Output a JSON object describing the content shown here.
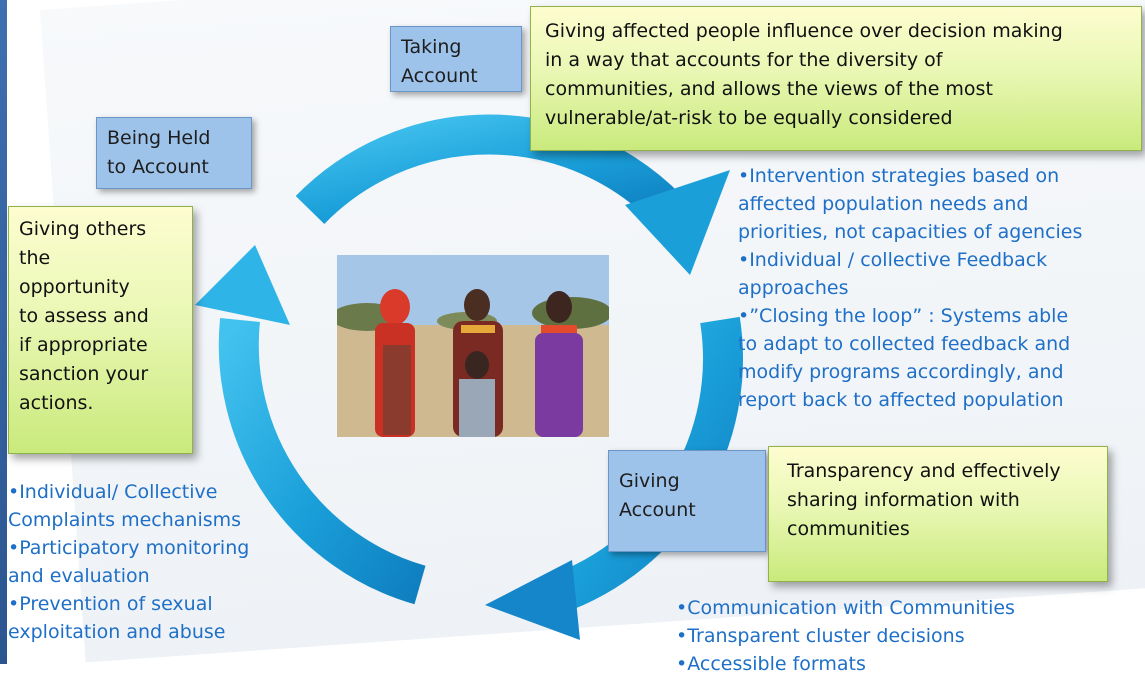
{
  "colors": {
    "cycle_blue": "#1da1da",
    "label_blue": "#9ec3ea",
    "bullet_text": "#1e6fc7",
    "green_box": "#d8f09a"
  },
  "center_image": {
    "description_icon": "people-photo-icon"
  },
  "stages": {
    "taking_account": {
      "label_line1": "Taking",
      "label_line2": "Account",
      "description_lines": [
        "Giving affected people influence over decision making",
        "in a way that accounts for the diversity of",
        "communities, and allows the views of the most",
        "vulnerable/at-risk to be equally considered"
      ],
      "bullets": [
        "•Intervention strategies based on",
        "affected population needs and",
        "priorities, not capacities of  agencies",
        "•Individual / collective Feedback",
        "approaches",
        "•”Closing the loop” : Systems able",
        "to  adapt to collected feedback and",
        "modify programs accordingly, and",
        "report back to affected population"
      ]
    },
    "being_held_to_account": {
      "label_line1": "Being Held",
      "label_line2": "to Account",
      "description_lines": [
        "Giving others",
        "the",
        "opportunity",
        "to assess and",
        "if appropriate",
        "sanction your",
        "actions."
      ],
      "bullets": [
        "•Individual/ Collective",
        "Complaints mechanisms",
        "•Participatory monitoring",
        "and evaluation",
        "•Prevention of sexual",
        "exploitation and abuse"
      ]
    },
    "giving_account": {
      "label_line1": "Giving",
      "label_line2": "Account",
      "description_lines": [
        "Transparency  and effectively",
        "sharing  information with",
        "communities"
      ],
      "bullets": [
        "•Communication with Communities",
        "•Transparent cluster decisions",
        "•Accessible formats"
      ]
    }
  }
}
